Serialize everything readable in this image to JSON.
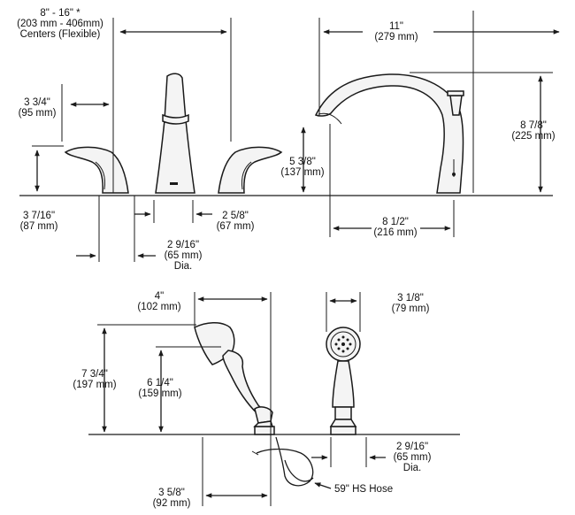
{
  "top_view": {
    "centers_range": "8\" - 16\" *",
    "centers_range_mm": "(203 mm - 406mm)",
    "centers_note": "Centers (Flexible)",
    "spread": "11\"",
    "spread_mm": "(279 mm)",
    "handle_offset": "3 3/4\"",
    "handle_offset_mm": "(95 mm)",
    "handle_height": "3 7/16\"",
    "handle_height_mm": "(87 mm)",
    "base_width": "2 5/8\"",
    "base_width_mm": "(67 mm)",
    "base_dia": "2 9/16\"",
    "base_dia_mm": "(65 mm)",
    "base_dia_note": "Dia.",
    "spout_clearance": "5 3/8\"",
    "spout_clearance_mm": "(137 mm)",
    "spout_height": "8 7/8\"",
    "spout_height_mm": "(225 mm)",
    "spout_reach": "8 1/2\"",
    "spout_reach_mm": "(216 mm)"
  },
  "bottom_view": {
    "handshower_reach": "4\"",
    "handshower_reach_mm": "(102 mm)",
    "handshower_face": "3 1/8\"",
    "handshower_face_mm": "(79 mm)",
    "handshower_height": "7 3/4\"",
    "handshower_height_mm": "(197 mm)",
    "holder_height": "6 1/4\"",
    "holder_height_mm": "(159 mm)",
    "holder_dia": "2 9/16\"",
    "holder_dia_mm": "(65 mm)",
    "holder_dia_note": "Dia.",
    "hose_offset": "3 5/8\"",
    "hose_offset_mm": "(92 mm)",
    "hose_label": "59\" HS Hose"
  }
}
